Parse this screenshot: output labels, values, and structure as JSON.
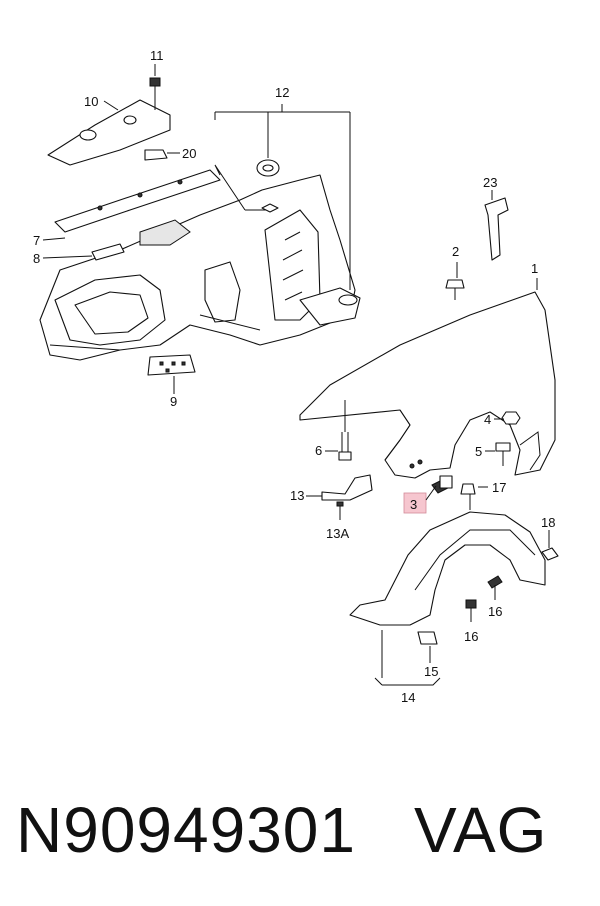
{
  "callouts": {
    "c1": "1",
    "c2": "2",
    "c3": "3",
    "c4": "4",
    "c5": "5",
    "c6": "6",
    "c7": "7",
    "c8": "8",
    "c9": "9",
    "c10": "10",
    "c11": "11",
    "c12": "12",
    "c13": "13",
    "c13a": "13A",
    "c14": "14",
    "c15": "15",
    "c16a": "16",
    "c16b": "16",
    "c17": "17",
    "c18": "18",
    "c20": "20",
    "c23": "23"
  },
  "highlight_color": "#f6c6cf",
  "footer": {
    "part_number": "N90949301",
    "brand": "VAG"
  }
}
